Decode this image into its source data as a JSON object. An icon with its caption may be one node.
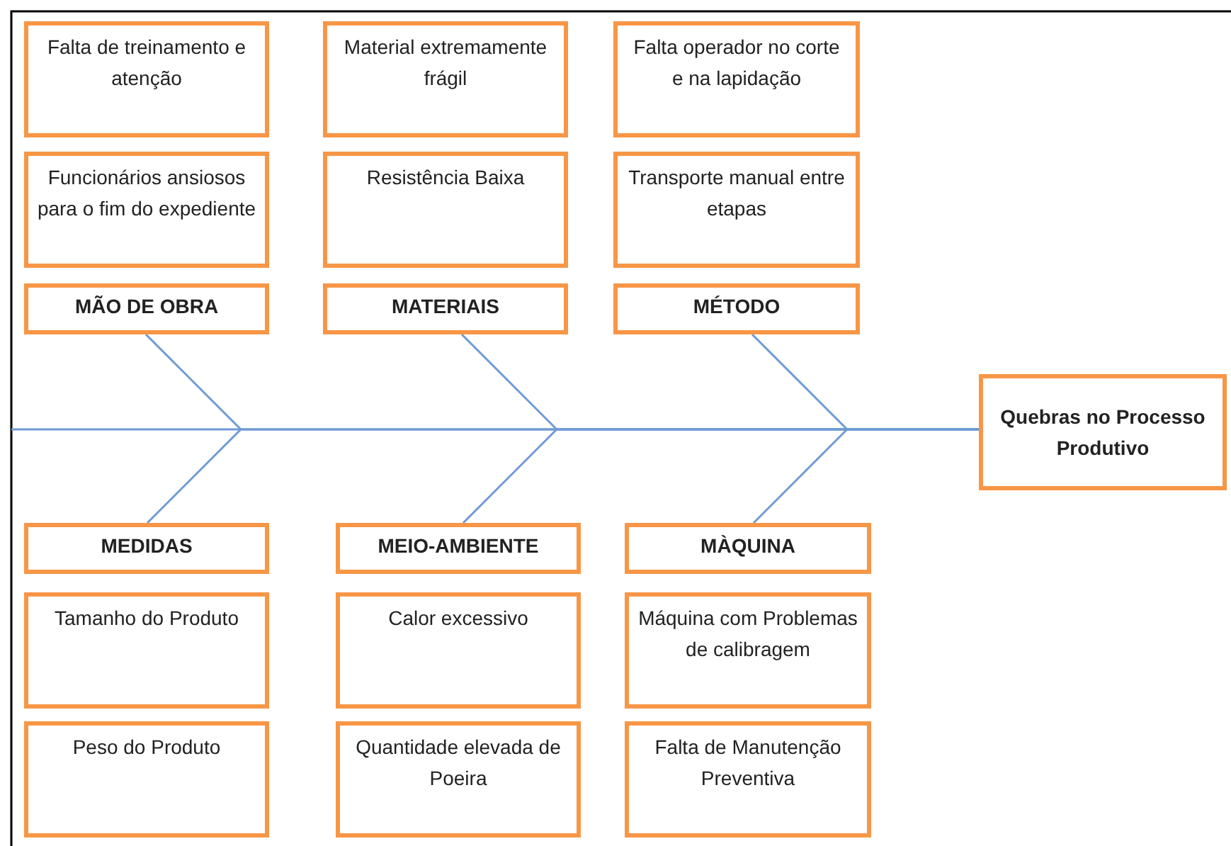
{
  "diagram": {
    "nodes": [
      {
        "text": [
          "Falta de treinamento e atenção"
        ]
      },
      {
        "text": [
          "Material extremamente frágil"
        ]
      },
      {
        "text": [
          "Falta operador no corte e na lapidação"
        ]
      },
      {
        "text": [
          "Funcionários ansiosos para o fim do expediente"
        ]
      },
      {
        "text": [
          "Resistência Baixa"
        ]
      },
      {
        "text": [
          "Transporte manual entre etapas"
        ]
      },
      {
        "text": [
          "MÃO DE OBRA"
        ]
      },
      {
        "text": [
          "MATERIAIS"
        ]
      },
      {
        "text": [
          "MÉTODO"
        ]
      },
      {
        "text": [
          "Quebras no Processo Produtivo"
        ]
      },
      {
        "text": [
          "MEDIDAS"
        ]
      },
      {
        "text": [
          "MEIO-AMBIENTE"
        ]
      },
      {
        "text": [
          "MÀQUINA"
        ]
      },
      {
        "text": [
          "Tamanho do Produto"
        ]
      },
      {
        "text": [
          "Calor excessivo"
        ]
      },
      {
        "text": [
          "Máquina com Problemas de calibragem"
        ]
      },
      {
        "text": [
          "Peso do Produto"
        ]
      },
      {
        "text": [
          "Quantidade elevada de Poeira"
        ]
      },
      {
        "text": [
          "Falta de Manutenção Preventiva"
        ]
      }
    ],
    "edges": [
      {
        "from": 6,
        "to": 9,
        "arrow": "none"
      },
      {
        "from": 7,
        "to": 9,
        "arrow": "none"
      },
      {
        "from": 8,
        "to": 9,
        "arrow": "none"
      },
      {
        "from": 10,
        "to": 9,
        "arrow": "none"
      },
      {
        "from": 11,
        "to": 9,
        "arrow": "none"
      },
      {
        "from": 12,
        "to": 9,
        "arrow": "none"
      }
    ]
  }
}
